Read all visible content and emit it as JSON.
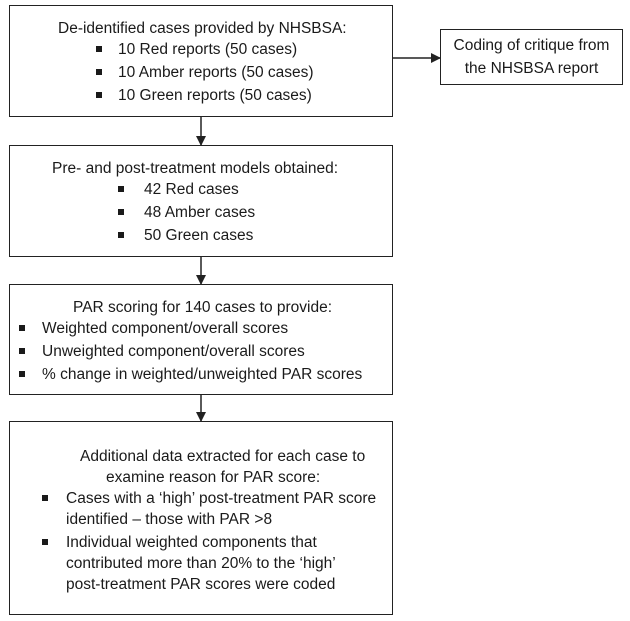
{
  "box1": {
    "title": "De-identified cases provided by NHSBSA:",
    "items": [
      "10 Red reports (50 cases)",
      "10 Amber reports (50 cases)",
      "10 Green reports (50 cases)"
    ]
  },
  "side_box": {
    "lines": [
      "Coding of critique from",
      "the NHSBSA report"
    ]
  },
  "box2": {
    "title": "Pre- and post-treatment models obtained:",
    "items": [
      "42 Red cases",
      "48 Amber cases",
      "50 Green cases"
    ]
  },
  "box3": {
    "title": "PAR scoring for 140 cases to provide:",
    "items": [
      "Weighted component/overall scores",
      "Unweighted component/overall scores",
      "% change in weighted/unweighted PAR scores"
    ]
  },
  "box4": {
    "title_lines": [
      "Additional data extracted for each case to",
      "examine reason for PAR score:"
    ],
    "item1_lines": [
      "Cases with a ‘high’ post-treatment PAR score",
      "identified – those with PAR >8"
    ],
    "item2_lines": [
      "Individual weighted components that",
      "contributed more than 20% to the ‘high’",
      "post-treatment PAR scores were coded"
    ]
  }
}
